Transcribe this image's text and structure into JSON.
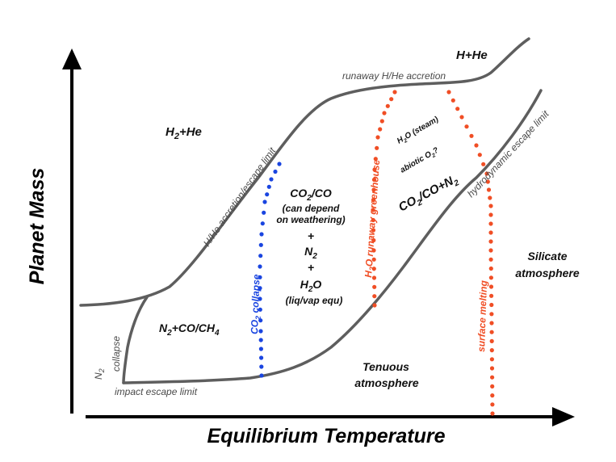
{
  "axes": {
    "x_title": "Equilibrium Temperature",
    "y_title": "Planet Mass"
  },
  "curve_labels": {
    "runaway": "runaway H/He accretion",
    "hhe_limit": "H/He accretion/escape limit",
    "hydro": "hydrodynamic escape limit",
    "impact": "impact escape limit",
    "n2_collapse_1": "N",
    "n2_collapse_sub": "2",
    "n2_collapse_2": "collapse"
  },
  "boundary_labels": {
    "co2_collapse_1": "CO",
    "co2_collapse_sub": "2",
    "co2_collapse_2": " collapse",
    "h2o_runaway_1": "H",
    "h2o_runaway_sub": "2",
    "h2o_runaway_2": "O runaway greenhouse",
    "surface_melting": "surface melting"
  },
  "regions": {
    "h2he_1": "H",
    "h2he_sub": "2",
    "h2he_2": "+He",
    "hhe_top": "H+He",
    "co2co_1": "CO",
    "co2co_sub": "2",
    "co2co_2": "/CO",
    "depend_1": "(can depend",
    "depend_2": "on weathering)",
    "plus_1": "+",
    "n2_1": "N",
    "n2_sub": "2",
    "plus_2": "+",
    "h2o_1": "H",
    "h2o_sub": "2",
    "h2o_2": "O",
    "liqvap": "(liq/vap equ)",
    "n2coch4_1": "N",
    "n2coch4_sub1": "2",
    "n2coch4_2": "+CO/CH",
    "n2coch4_sub2": "4",
    "h2o_steam_1": "H",
    "h2o_steam_sub": "2",
    "h2o_steam_2": "O (steam)",
    "abiotic_1": "abiotic O",
    "abiotic_sub": "2",
    "abiotic_2": "?",
    "co2con2_1": "CO",
    "co2con2_sub1": "2",
    "co2con2_2": "/CO+N",
    "co2con2_sub2": "2",
    "silicate_1": "Silicate",
    "silicate_2": "atmosphere",
    "tenuous_1": "Tenuous",
    "tenuous_2": "atmosphere"
  },
  "colors": {
    "curve": "#5e5e5e",
    "co2_dots": "#1a45e0",
    "orange_dots": "#f04e25",
    "axis": "#000000"
  }
}
